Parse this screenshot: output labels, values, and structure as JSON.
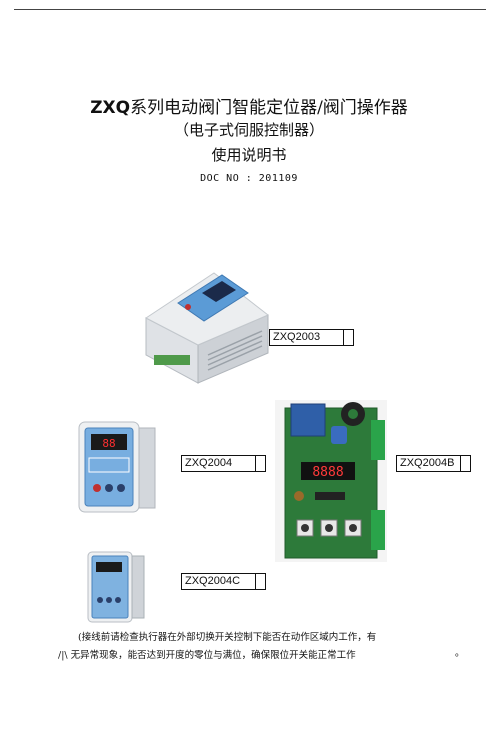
{
  "title": {
    "model": "ZXQ",
    "line1_rest": "系列电动阀门智能定位器/阀门操作器",
    "line2": "（电子式伺服控制器）",
    "line3": "使用说明书",
    "doc_no": "DOC NO : 201109"
  },
  "labels": {
    "zxq2003": "ZXQ2003",
    "zxq2004": "ZXQ2004",
    "zxq2004b": "ZXQ2004B",
    "zxq2004c": "ZXQ2004C"
  },
  "display": {
    "zxq2004": "88",
    "zxq2004b": "8888"
  },
  "note": {
    "line1": "(接线前请检查执行器在外部切换开关控制下能否在动作区域内工作，有",
    "line2": "/|\\ 无异常现象，能否达到开度的零位与满位，确保限位开关能正常工作",
    "end": "。"
  }
}
